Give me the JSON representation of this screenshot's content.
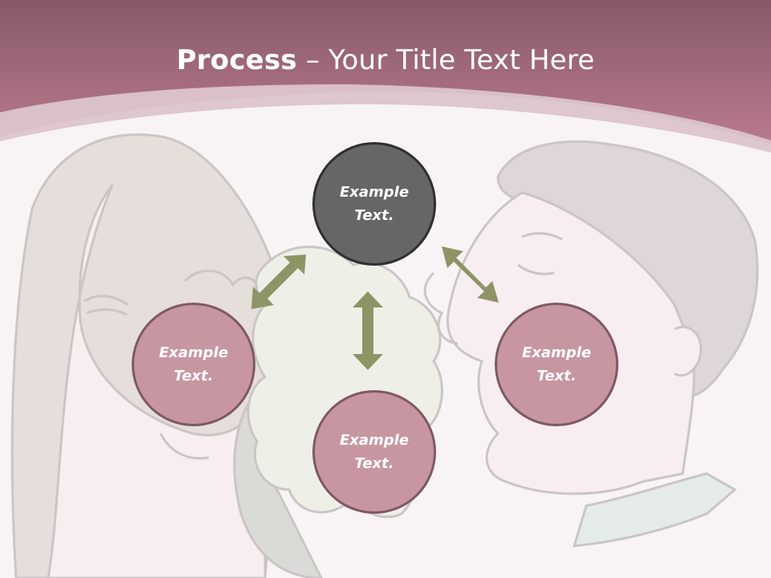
{
  "slide": {
    "title_bold": "Process",
    "title_rest": " – Your Title Text Here",
    "nodes": [
      {
        "id": "top",
        "label": "Example\nText.",
        "fill": "#666666"
      },
      {
        "id": "left",
        "label": "Example\nText.",
        "fill": "#c796a1"
      },
      {
        "id": "right",
        "label": "Example\nText.",
        "fill": "#c796a1"
      },
      {
        "id": "bottom",
        "label": "Example\nText.",
        "fill": "#c796a1"
      }
    ]
  },
  "colors": {
    "header_top": "#8a5a6c",
    "header_bottom": "#b87a8c",
    "background": "#f8f3f5",
    "arrow": "#8f9466",
    "node_dark": "#666666",
    "node_pink": "#c796a1"
  }
}
